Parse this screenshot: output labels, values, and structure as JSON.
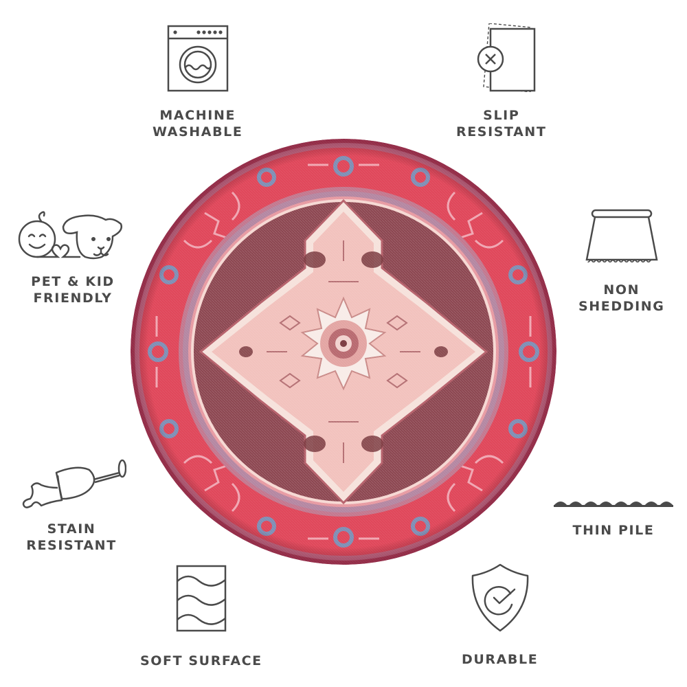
{
  "features": [
    {
      "id": "machine-washable",
      "icon": "washing-machine-icon",
      "lines": [
        "MACHINE",
        "WASHABLE"
      ]
    },
    {
      "id": "slip-resistant",
      "icon": "slip-resistant-pad-icon",
      "lines": [
        "SLIP",
        "RESISTANT"
      ]
    },
    {
      "id": "pet-kid-friendly",
      "icon": "baby-and-dog-icon",
      "lines": [
        "PET & KID",
        "FRIENDLY"
      ]
    },
    {
      "id": "non-shedding",
      "icon": "non-shedding-rug-icon",
      "lines": [
        "NON",
        "SHEDDING"
      ]
    },
    {
      "id": "stain-resistant",
      "icon": "spilled-wine-glass-icon",
      "lines": [
        "STAIN",
        "RESISTANT"
      ]
    },
    {
      "id": "thin-pile",
      "icon": "thin-pile-icon",
      "lines": [
        "THIN PILE"
      ]
    },
    {
      "id": "soft-surface",
      "icon": "soft-surface-icon",
      "lines": [
        "SOFT SURFACE"
      ]
    },
    {
      "id": "durable",
      "icon": "shield-check-icon",
      "lines": [
        "DURABLE"
      ]
    }
  ],
  "product": {
    "image": "round-persian-medallion-rug",
    "colors": {
      "border_red": "#e0475a",
      "outer_edge": "#b23a55",
      "blue_accent": "#7f8fb5",
      "field_pink": "#f2c2bd",
      "field_dark": "#7a3a40",
      "medallion_cream": "#f6e2dc"
    }
  },
  "icon_color": "#4a4a4a"
}
